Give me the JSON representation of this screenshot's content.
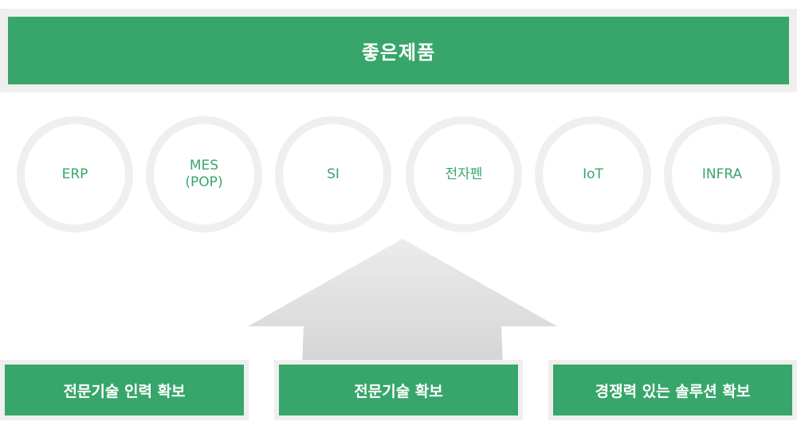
{
  "title": "좋은제품",
  "products": [
    {
      "label": "ERP"
    },
    {
      "label": "MES\n(POP)"
    },
    {
      "label": "SI"
    },
    {
      "label": "전자펜"
    },
    {
      "label": "IoT"
    },
    {
      "label": "INFRA"
    }
  ],
  "foundations": [
    {
      "label": "전문기술 인력 확보"
    },
    {
      "label": "전문기술 확보"
    },
    {
      "label": "경쟁력 있는 솔루션 확보"
    }
  ],
  "colors": {
    "accent": "#38a66b",
    "frame": "#efefef",
    "arrow_top": "#ececec",
    "arrow_bottom": "#d4d4d4"
  },
  "icons": {
    "arrow": "up-arrow-icon"
  }
}
